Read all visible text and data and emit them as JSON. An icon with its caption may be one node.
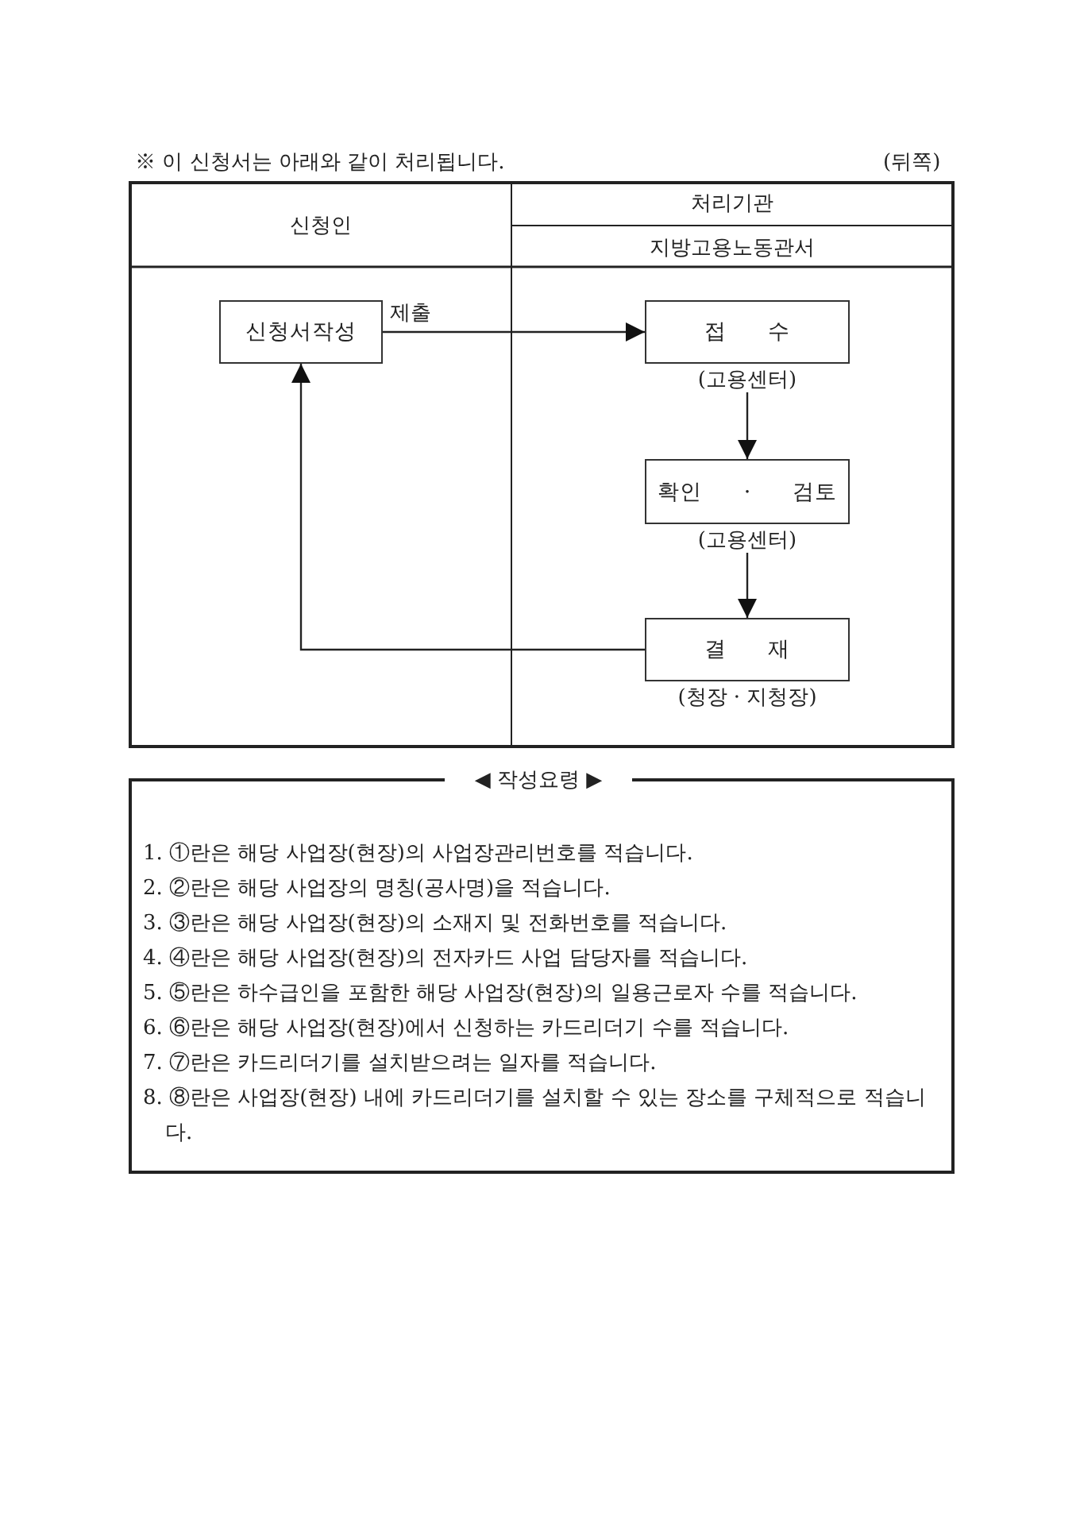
{
  "diagram": {
    "title": "※ 이 신청서는 아래와 같이 처리됩니다.",
    "nodes": [
      {
        "text": [
          "신청서작성"
        ]
      },
      {
        "text": [
          "접 수"
        ],
        "beside": [
          "(고용센터)"
        ]
      },
      {
        "text": [
          "확인 · 검토"
        ],
        "beside": [
          "(고용센터)"
        ]
      },
      {
        "text": [
          "결 재"
        ],
        "beside": [
          "(청장 · 지청장)"
        ]
      }
    ],
    "edges": [
      {
        "from": 0,
        "to": 1,
        "arrow": "to",
        "label": "제출"
      },
      {
        "from": 1,
        "to": 2,
        "arrow": "to"
      },
      {
        "from": 2,
        "to": 3,
        "arrow": "to"
      },
      {
        "from": 3,
        "to": 0,
        "arrow": "to"
      }
    ],
    "labels": [
      "(뒤쪽)",
      "신청인",
      "처리기관",
      "지방고용노동관서",
      "◀ 작성요령 ▶",
      "1. ①란은 해당 사업장(현장)의 사업장관리번호를 적습니다.",
      "2. ②란은 해당 사업장의 명칭(공사명)을 적습니다.",
      "3. ③란은 해당 사업장(현장)의 소재지 및 전화번호를 적습니다.",
      "4. ④란은 해당 사업장(현장)의 전자카드 사업 담당자를 적습니다.",
      "5. ⑤란은 하수급인을 포함한 해당 사업장(현장)의 일용근로자 수를 적습니다.",
      "6. ⑥란은 해당 사업장(현장)에서 신청하는 카드리더기 수를 적습니다.",
      "7. ⑦란은 카드리더기를 설치받으려는 일자를 적습니다.",
      "8. ⑧란은 사업장(현장) 내에 카드리더기를 설치할 수 있는 장소를 구체적으로 적습니다."
    ]
  }
}
